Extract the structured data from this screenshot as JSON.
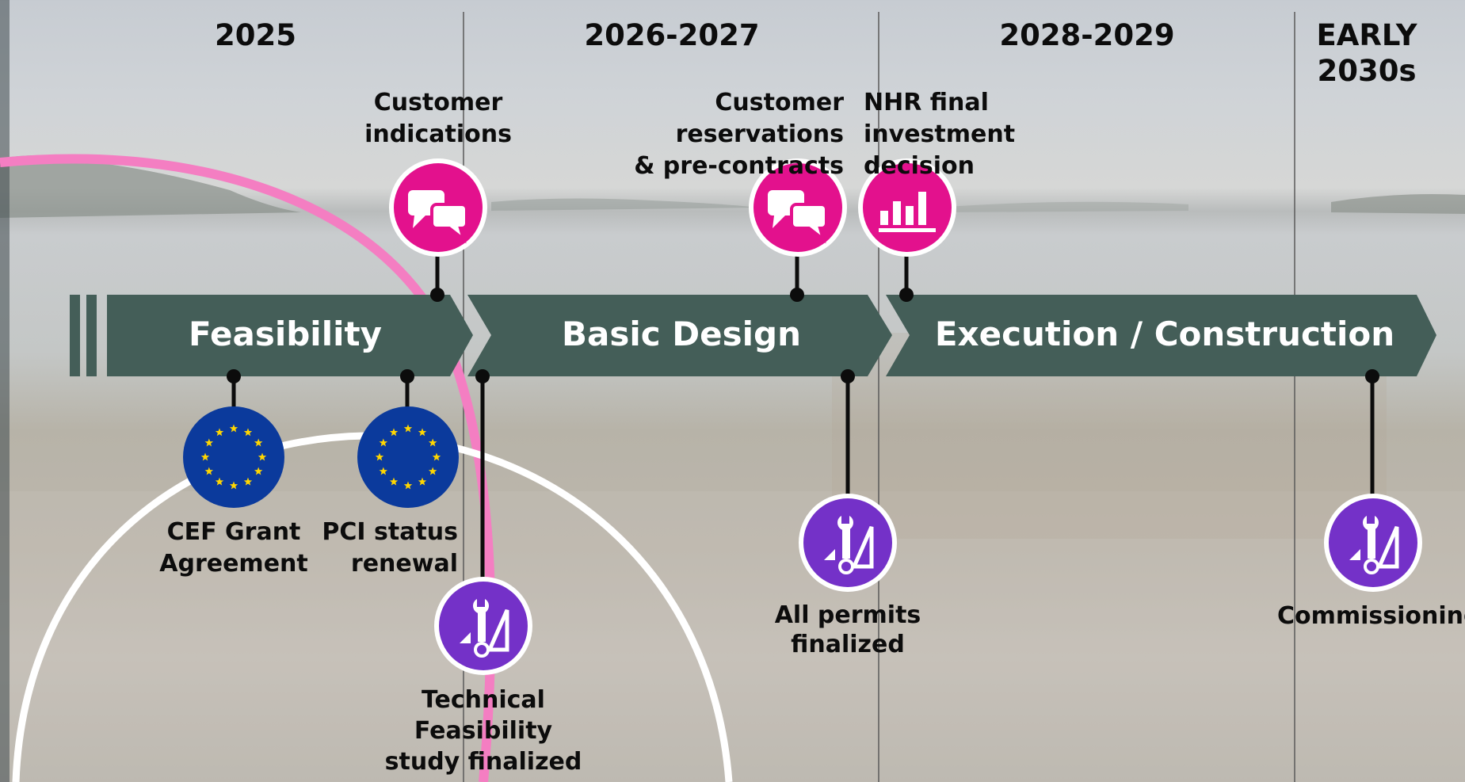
{
  "years": [
    "2025",
    "2026-2027",
    "2028-2029",
    "EARLY\n2030s"
  ],
  "phases": [
    "Feasibility",
    "Basic Design",
    "Execution / Construction"
  ],
  "milestones_above": [
    {
      "label": "Customer\nindications",
      "icon": "speech-bubbles-icon"
    },
    {
      "label": "Customer reservations\n& pre-contracts",
      "icon": "speech-bubbles-icon"
    },
    {
      "label": "NHR final\ninvestment decision",
      "icon": "bar-chart-icon"
    }
  ],
  "milestones_below": [
    {
      "label": "CEF Grant\nAgreement",
      "icon": "eu-flag-icon"
    },
    {
      "label": "PCI status\nrenewal",
      "icon": "eu-flag-icon"
    },
    {
      "label": "Technical\nFeasibility\nstudy finalized",
      "icon": "engineering-tools-icon"
    },
    {
      "label": "All permits\nfinalized",
      "icon": "engineering-tools-icon"
    },
    {
      "label": "Commissioning",
      "icon": "engineering-tools-icon"
    }
  ],
  "colors": {
    "phase_bar": "#445e58",
    "magenta": "#e3118d",
    "purple": "#7431c8",
    "eu_blue": "#0b3a9c",
    "eu_star": "#ffd600",
    "arc_pink": "#f47ec2"
  }
}
